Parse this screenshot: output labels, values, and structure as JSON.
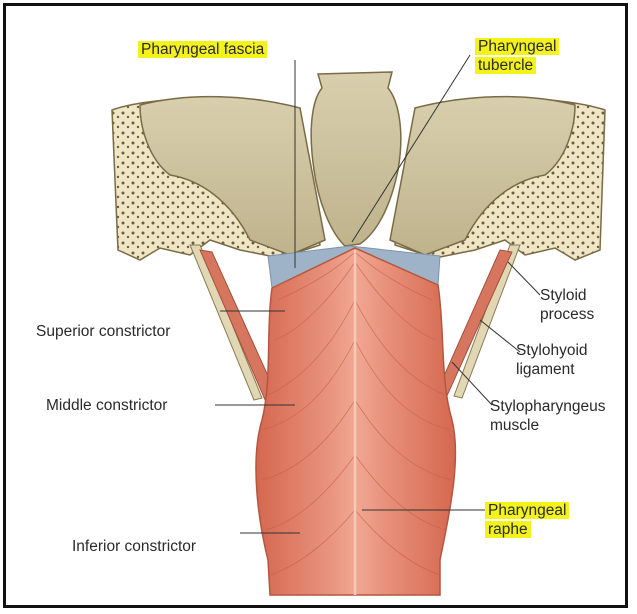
{
  "labels": {
    "pharyngeal_fascia": "Pharyngeal fascia",
    "pharyngeal_tubercle_1": "Pharyngeal",
    "pharyngeal_tubercle_2": "tubercle",
    "superior_constrictor": "Superior constrictor",
    "middle_constrictor": "Middle constrictor",
    "inferior_constrictor": "Inferior constrictor",
    "styloid_process_1": "Styloid",
    "styloid_process_2": "process",
    "stylohyoid_ligament_1": "Stylohyoid",
    "stylohyoid_ligament_2": "ligament",
    "stylopharyngeus_1": "Stylopharyngeus",
    "stylopharyngeus_2": "muscle",
    "pharyngeal_raphe_1": "Pharyngeal",
    "pharyngeal_raphe_2": "raphe"
  },
  "colors": {
    "highlight": "#f4f21c",
    "muscle": "#e2806a",
    "bone": "#d9cfa9",
    "fascia": "#9fb3c8"
  }
}
